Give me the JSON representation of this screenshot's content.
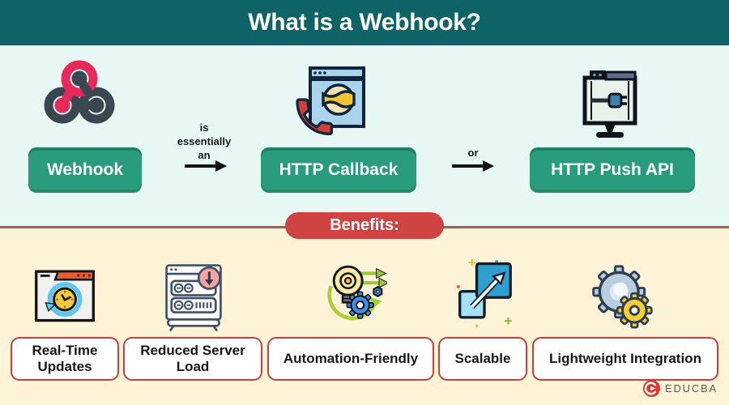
{
  "header": {
    "title": "What is a Webhook?"
  },
  "flow": {
    "items": [
      {
        "label": "Webhook"
      },
      {
        "label": "HTTP Callback"
      },
      {
        "label": "HTTP Push API"
      }
    ],
    "connectors": [
      {
        "text": "is essentially an"
      },
      {
        "text": "or"
      }
    ]
  },
  "benefits": {
    "banner": "Benefits:",
    "items": [
      {
        "label": "Real-Time Updates"
      },
      {
        "label": "Reduced Server Load"
      },
      {
        "label": "Automation-Friendly"
      },
      {
        "label": "Scalable"
      },
      {
        "label": "Lightweight Integration"
      }
    ]
  },
  "footer": {
    "brand": "EDUCBA"
  },
  "colors": {
    "header_bg": "#0e6366",
    "flow_bg": "#e7f8f4",
    "benefits_bg": "#fdf4d8",
    "button_green": "#2a9c7e",
    "banner_red": "#cf4343",
    "label_border_red": "#c4403d",
    "webhook_pink": "#e8295c",
    "webhook_slate": "#3a4750"
  }
}
